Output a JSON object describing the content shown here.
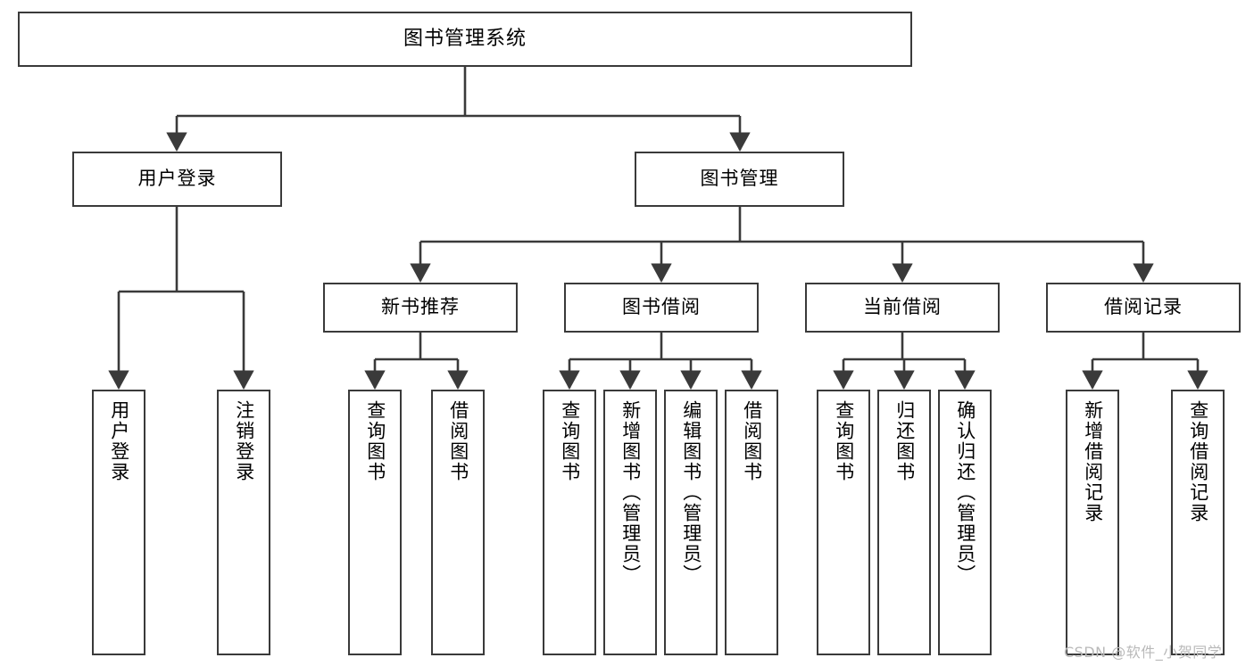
{
  "diagram": {
    "type": "tree-hierarchy",
    "title": "图书管理系统",
    "orientation": "top-down",
    "colors": {
      "node_border": "#3a3a3a",
      "node_fill": "#ffffff",
      "edge": "#3a3a3a",
      "text": "#000000",
      "watermark": "#b9b9b9"
    },
    "nodes": {
      "root": {
        "label": "图书管理系统",
        "level": 0
      },
      "level1": [
        {
          "id": "user-login",
          "label": "用户登录"
        },
        {
          "id": "book-manage",
          "label": "图书管理"
        }
      ],
      "level2": [
        {
          "id": "new-book-recommend",
          "label": "新书推荐",
          "parent": "book-manage"
        },
        {
          "id": "book-borrow",
          "label": "图书借阅",
          "parent": "book-manage"
        },
        {
          "id": "current-borrow",
          "label": "当前借阅",
          "parent": "book-manage"
        },
        {
          "id": "borrow-record",
          "label": "借阅记录",
          "parent": "book-manage"
        }
      ],
      "leaves": {
        "user-login": [
          {
            "id": "leaf-user-login",
            "label": "用户登录"
          },
          {
            "id": "leaf-logout",
            "label": "注销登录"
          }
        ],
        "new-book-recommend": [
          {
            "id": "leaf-query-book-1",
            "label": "查询图书"
          },
          {
            "id": "leaf-borrow-book-1",
            "label": "借阅图书"
          }
        ],
        "book-borrow": [
          {
            "id": "leaf-query-book-2",
            "label": "查询图书"
          },
          {
            "id": "leaf-add-book",
            "label": "新增图书（管理员）"
          },
          {
            "id": "leaf-edit-book",
            "label": "编辑图书（管理员）"
          },
          {
            "id": "leaf-borrow-book-2",
            "label": "借阅图书"
          }
        ],
        "current-borrow": [
          {
            "id": "leaf-query-book-3",
            "label": "查询图书"
          },
          {
            "id": "leaf-return-book",
            "label": "归还图书"
          },
          {
            "id": "leaf-confirm-return",
            "label": "确认归还（管理员）"
          }
        ],
        "borrow-record": [
          {
            "id": "leaf-add-record",
            "label": "新增借阅记录"
          },
          {
            "id": "leaf-query-record",
            "label": "查询借阅记录"
          }
        ]
      }
    },
    "watermark": "CSDN @软件_小贺同学"
  }
}
